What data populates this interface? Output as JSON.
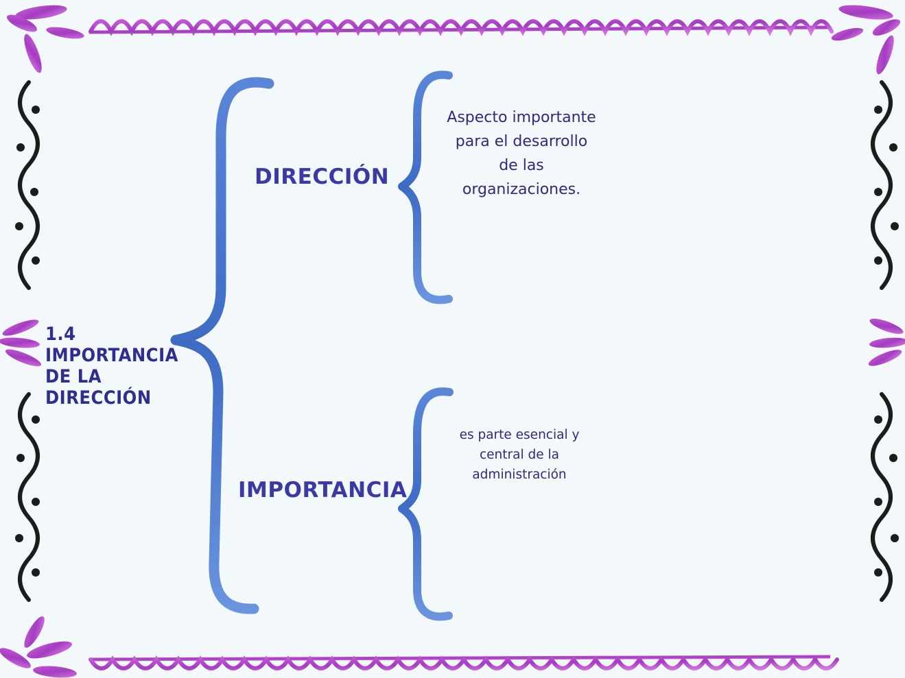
{
  "diagram": {
    "root": {
      "number": "1.4",
      "title_lines": [
        "IMPORTANCIA",
        "DE LA",
        "DIRECCIÓN"
      ]
    },
    "branches": [
      {
        "label": "DIRECCIÓN",
        "description": "Aspecto importante\npara el desarrollo\nde las\norganizaciones."
      },
      {
        "label": "IMPORTANCIA",
        "description": "es parte  esencial y\ncentral de la\nadministración"
      }
    ]
  },
  "colors": {
    "background": "#f3f8fb",
    "brace": "#4a78cf",
    "border_purple": "#b44bc9",
    "border_dark": "#1a1a1a",
    "text": "#3b3aa3"
  }
}
